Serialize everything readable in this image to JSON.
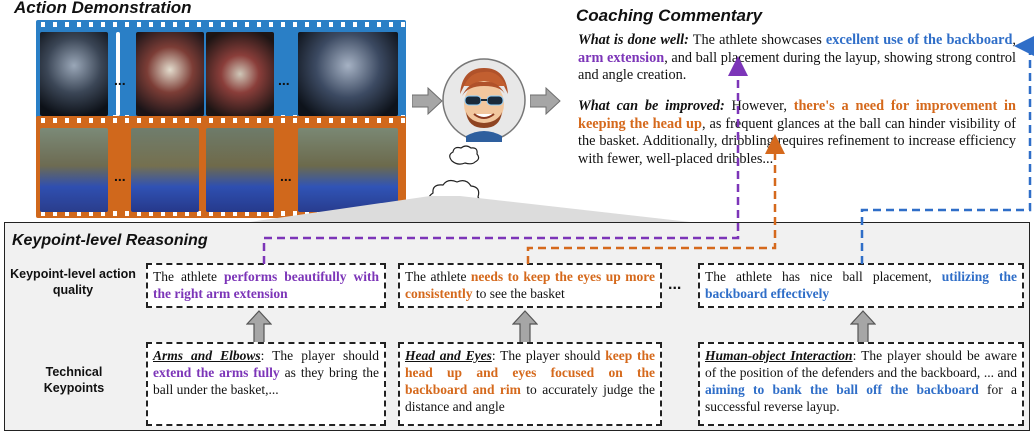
{
  "titles": {
    "action": "Action Demonstration",
    "coaching": "Coaching Commentary",
    "reasoning": "Keypoint-level Reasoning"
  },
  "film_ellipsis": "...",
  "commentary": {
    "well_label": "What is done well:",
    "well_text_1": " The athlete showcases ",
    "well_hl_1": "excellent use of the backboard",
    "well_sep": ", ",
    "well_hl_2": "arm extension",
    "well_text_2": ", and ball placement during the layup, showing strong control and angle creation.",
    "improve_label": "What can be improved:",
    "improve_text_1": " However, ",
    "improve_hl": "there's a need for improvement in keeping the head up",
    "improve_text_2": ", as frequent glances at the ball can hinder visibility of the basket. Additionally, dribbling requires refinement to increase efficiency with fewer, well-placed dribbles..."
  },
  "rows": {
    "quality_label": "Keypoint-level action quality",
    "technical_label": "Technical Keypoints"
  },
  "quality": [
    {
      "pre": "The athlete ",
      "hl": "performs beautifully with the right arm extension",
      "post": ""
    },
    {
      "pre": "The athlete ",
      "hl": "needs to keep the eyes up more consistently",
      "post": " to see the basket"
    },
    {
      "pre": "The athlete has nice ball placement, ",
      "hl": "utilizing the backboard effectively",
      "post": ""
    }
  ],
  "between_ellipsis": "...",
  "technical": [
    {
      "head": "Arms and Elbows",
      "pre": ": The player should ",
      "hl": "extend the arms fully",
      "post": " as they bring the ball under the basket,..."
    },
    {
      "head": "Head and Eyes",
      "pre": ": The player should ",
      "hl": "keep the head up and eyes focused on the backboard and rim",
      "post": " to accurately judge the distance and angle"
    },
    {
      "head": "Human-object Interaction",
      "pre": ": The player should be aware of the position of the defenders and the backboard, ... and ",
      "hl": "aiming to bank the ball off the backboard",
      "post": " for a successful reverse layup."
    }
  ],
  "colors": {
    "blue": "#2f6ec8",
    "purple": "#7c35b8",
    "orange": "#d5691c",
    "film_blue": "#2a7fc6",
    "film_orange": "#d0681c"
  }
}
